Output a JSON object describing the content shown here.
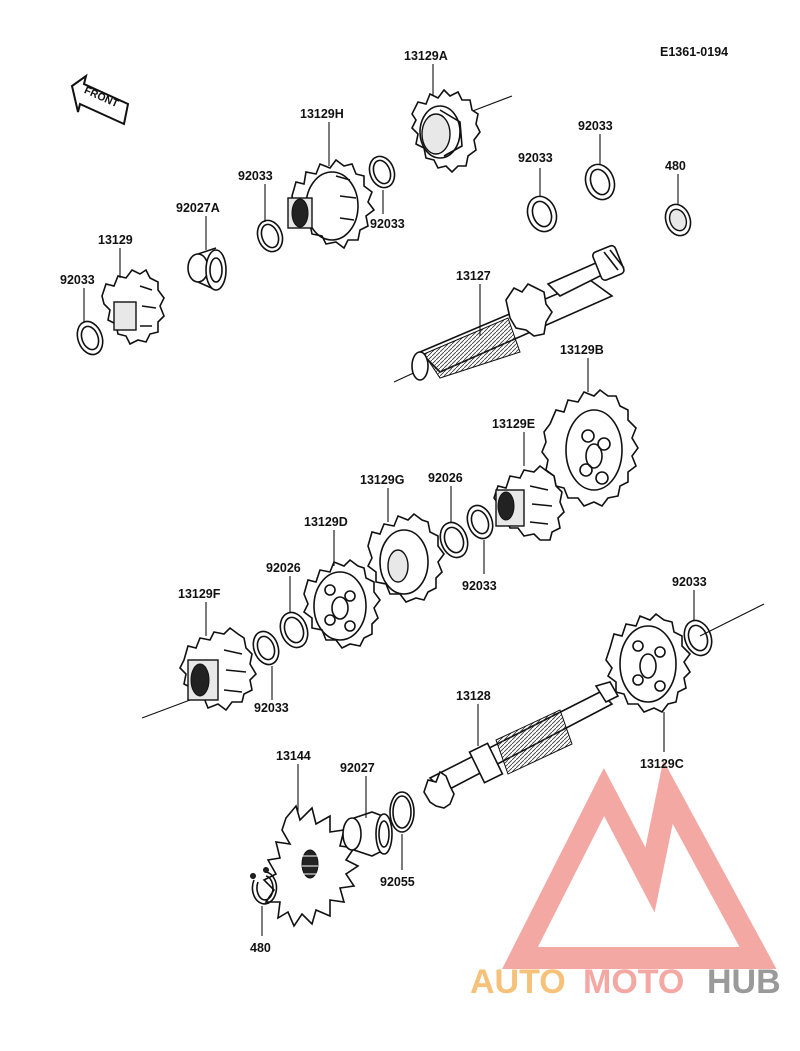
{
  "diagram": {
    "code": "E1361-0194",
    "front_label": "FRONT",
    "labels": {
      "p13129A": "13129A",
      "p13129H": "13129H",
      "p92033_upper_left": "92033",
      "p92027A": "92027A",
      "p13129": "13129",
      "p92033_far_left": "92033",
      "p92033_mid": "92033",
      "p92033_r1": "92033",
      "p92033_r2": "92033",
      "p480_top": "480",
      "p13127": "13127",
      "p13129B": "13129B",
      "p13129E": "13129E",
      "p92026_a": "92026",
      "p13129G": "13129G",
      "p13129D": "13129D",
      "p92033_c": "92033",
      "p92026_b": "92026",
      "p13129F": "13129F",
      "p92033_d": "92033",
      "p92033_e": "92033",
      "p13128": "13128",
      "p13129C": "13129C",
      "p13144": "13144",
      "p92027": "92027",
      "p92055": "92055",
      "p480_bottom": "480"
    }
  },
  "watermark": {
    "text_auto": "AUTO",
    "text_moto": "MOTO",
    "text_hub": "HUB",
    "color_triangle": "#f4a8a4",
    "color_auto": "#f6c27a",
    "color_moto": "#f4a8a4",
    "color_hub": "#9a9a9a"
  }
}
